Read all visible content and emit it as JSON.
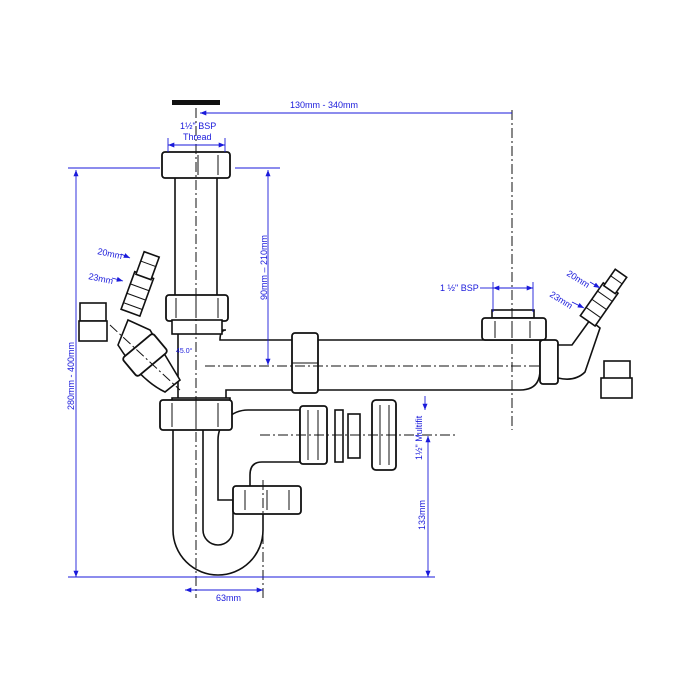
{
  "title": "Double sink trap with twin washing machine hose connectors",
  "dimensions": {
    "overflow_span": "130mm - 340mm",
    "top_thread_line1": "1½\" BSP",
    "top_thread_line2": "Thread",
    "standpipe_height": "90mm – 210mm",
    "overall_height": "280mm - 400mm",
    "left_spigot_small": "20mm",
    "left_spigot_large": "23mm",
    "angle": "45.0°",
    "right_thread": "1 ½\" BSP",
    "right_spigot_small": "20mm",
    "right_spigot_large": "23mm",
    "outlet": "1½\" Multifit",
    "outlet_height": "133mm",
    "seal_depth": "63mm"
  },
  "colors": {
    "dimension": "#1a1adb",
    "line": "#111111"
  }
}
